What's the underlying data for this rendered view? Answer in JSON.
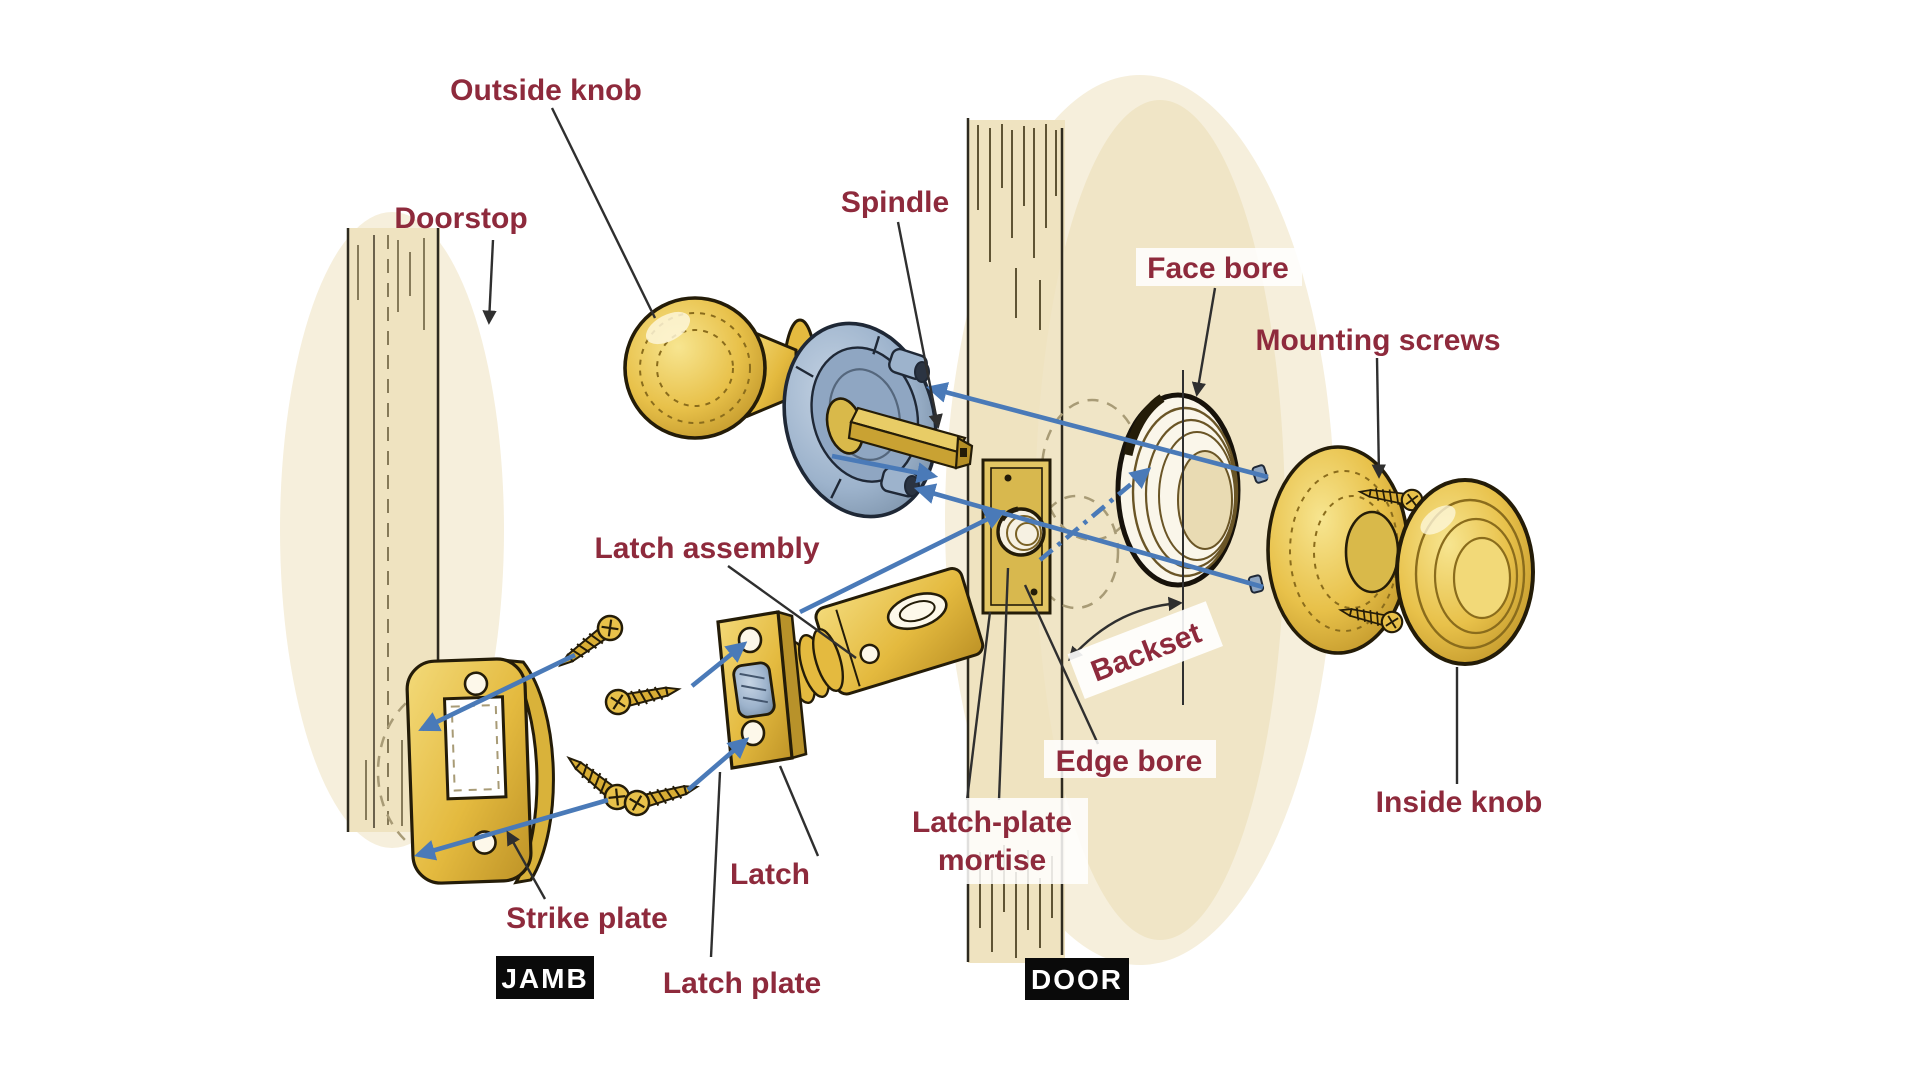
{
  "diagram": {
    "labels": {
      "outside_knob": "Outside knob",
      "doorstop": "Doorstop",
      "spindle": "Spindle",
      "face_bore": "Face bore",
      "mounting_screws": "Mounting screws",
      "latch_assembly": "Latch assembly",
      "backset": "Backset",
      "edge_bore": "Edge bore",
      "latch_plate_mortise_line1": "Latch-plate",
      "latch_plate_mortise_line2": "mortise",
      "inside_knob": "Inside knob",
      "latch": "Latch",
      "strike_plate": "Strike plate",
      "latch_plate": "Latch plate"
    },
    "badges": {
      "jamb": "JAMB",
      "door": "DOOR"
    },
    "colors": {
      "label_text": "#8e2a3c",
      "badge_bg": "#0a0a0a",
      "badge_text": "#ffffff",
      "arrow_blue": "#4a7ab8",
      "leader_black": "#2f2f2f",
      "wood": "#efe3c0",
      "brass": "#e4ba3f",
      "steel": "#9db3cc",
      "background": "#ffffff"
    }
  }
}
